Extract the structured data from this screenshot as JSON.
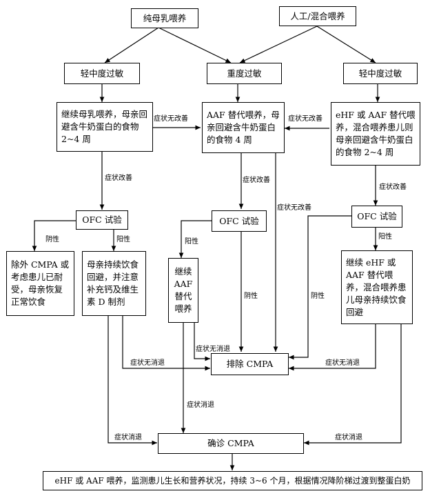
{
  "nodes": {
    "pure_breast": "纯母乳喂养",
    "artificial_mixed": "人工/混合喂养",
    "mild_left": "轻中度过敏",
    "severe": "重度过敏",
    "mild_right": "轻中度过敏",
    "breast_continue": "继续母乳喂养，母亲回避含牛奶蛋白的食物 2~4 周",
    "aaf_4w": "AAF 替代喂养，母亲回避含牛奶蛋白的食物 4 周",
    "ehf_aaf": "eHF 或 AAF 替代喂养，混合喂养患儿则母亲回避含牛奶蛋白的食物 2~4 周",
    "ofc_left": "OFC 试验",
    "ofc_mid": "OFC 试验",
    "ofc_right": "OFC 试验",
    "exclude_cmpa_tolerant": "除外 CMPA 或考虑患儿已耐受，母亲恢复正常饮食",
    "mother_avoid_supplement": "母亲持续饮食回避，并注意补充钙及维生素 D 制剂",
    "continue_aaf": "继续 AAF 替代喂养",
    "continue_ehf_aaf": "继续 eHF 或 AAF 替代喂养，混合喂养患儿母亲持续饮食回避",
    "exclude_cmpa": "排除 CMPA",
    "confirm_cmpa": "确诊 CMPA",
    "final_plan": "eHF 或 AAF 喂养，监测患儿生长和营养状况，持续 3~6 个月，根据情况降阶梯过渡到整蛋白奶"
  },
  "edge_labels": {
    "no_improve_left": "症状无改善",
    "no_improve_right": "症状无改善",
    "improve_left": "症状改善",
    "improve_mid": "症状改善",
    "improve_right": "症状改善",
    "no_improve_mid": "症状无改善",
    "negative_left": "阴性",
    "positive_left": "阳性",
    "positive_mid": "阳性",
    "negative_mid": "阴性",
    "positive_right": "阳性",
    "negative_right": "阴性",
    "not_resolved_left": "症状无消退",
    "not_resolved_mid": "症状无消退",
    "not_resolved_right": "症状无消退",
    "resolved_left": "症状消退",
    "resolved_mid": "症状消退",
    "resolved_right": "症状消退"
  }
}
